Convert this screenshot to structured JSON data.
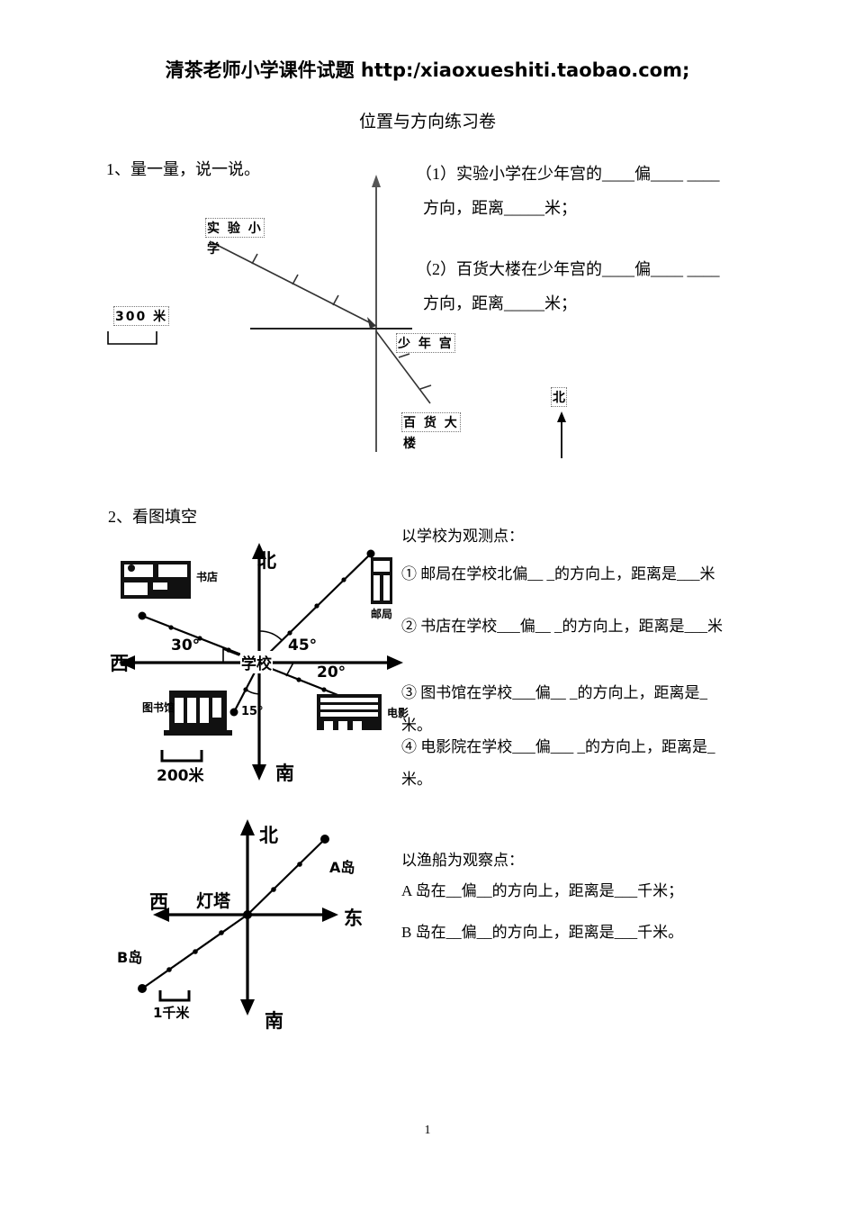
{
  "header": {
    "banner": "清茶老师小学课件试题 http:/xiaoxueshiti.taobao.com;",
    "title": "位置与方向练习卷"
  },
  "page_number": "1",
  "questions": [
    {
      "id": "q1",
      "heading": "1、量一量，说一说。",
      "prompts": [
        {
          "line1": "（1）实验小学在少年宫的____偏____   ____",
          "line2": "方向，距离_____米；"
        },
        {
          "line1": "（2）百货大楼在少年宫的____偏____   ____",
          "line2": "方向，距离_____米；"
        }
      ],
      "diagram": {
        "scale_label": "300 米",
        "compass_label": "北",
        "nodes": [
          {
            "name": "实验小学",
            "text_line1": "实 验 小",
            "text_line2": "学"
          },
          {
            "name": "少年宫",
            "text": "少 年 宫"
          },
          {
            "name": "百货大楼",
            "text_line1": "百 货 大",
            "text_line2": "楼"
          }
        ]
      }
    },
    {
      "id": "q2",
      "heading": "2、看图填空",
      "intro": "以学校为观测点：",
      "prompts": [
        "① 邮局在学校北偏__  _的方向上，距离是___米",
        "② 书店在学校___偏__  _的方向上，距离是___米",
        "③ 图书馆在学校___偏__   _的方向上，距离是_",
        "米。",
        "④ 电影院在学校___偏___  _的方向上，距离是_",
        "米。"
      ],
      "diagram": {
        "center_label": "学校",
        "dir_north": "北",
        "dir_south": "南",
        "dir_west": "西",
        "scale_label": "200米",
        "places": [
          {
            "name": "邮局",
            "label": "邮局",
            "angle": "45°",
            "quadrant": "north-east"
          },
          {
            "name": "书店",
            "label": "书店",
            "angle": "30°",
            "quadrant": "west-north"
          },
          {
            "name": "电影院",
            "label": "电影",
            "angle": "20°",
            "quadrant": "east-south"
          },
          {
            "name": "图书馆",
            "label": "图书馆",
            "angle": "15°",
            "quadrant": "south-west"
          }
        ],
        "angles": [
          "30°",
          "45°",
          "20°",
          "15°"
        ]
      }
    },
    {
      "id": "q3",
      "intro": "以渔船为观察点：",
      "prompts": [
        "A 岛在__偏__的方向上，距离是___千米；",
        "B 岛在__偏__的方向上，距离是___千米。"
      ],
      "diagram": {
        "center_label": "灯塔",
        "dir_north": "北",
        "dir_south": "南",
        "dir_west": "西",
        "dir_east": "东",
        "scale_label": "1千米",
        "islands": [
          {
            "name": "A岛",
            "label": "A岛",
            "quadrant": "north-east"
          },
          {
            "name": "B岛",
            "label": "B岛",
            "quadrant": "south-west"
          }
        ]
      }
    }
  ],
  "colors": {
    "ink": "#000000",
    "paper": "#ffffff",
    "dotted_border": "#777777"
  }
}
